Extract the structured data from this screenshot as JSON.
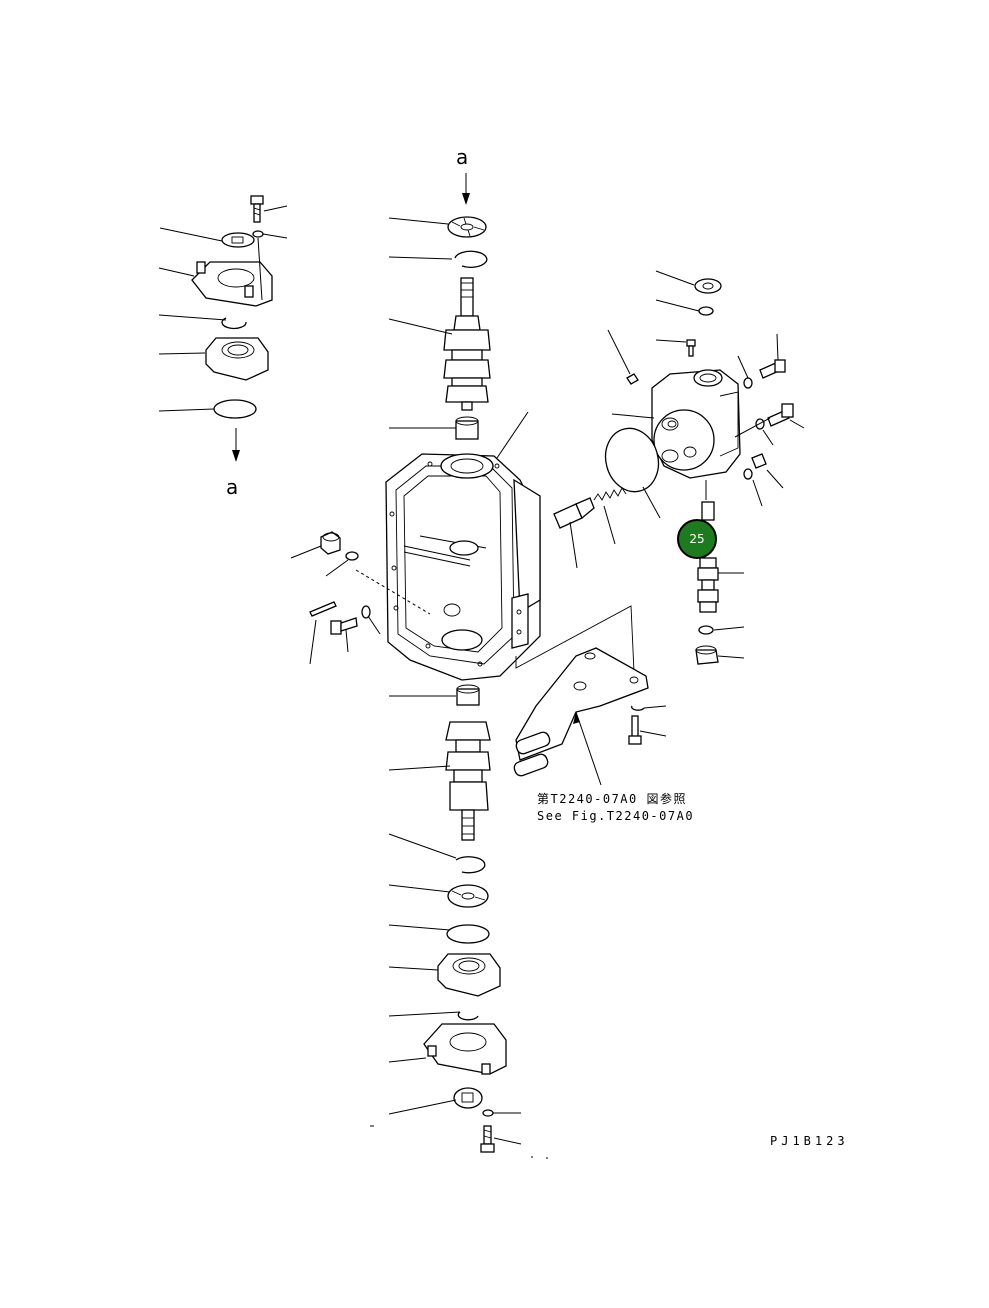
{
  "diagram": {
    "arrow_label_top": "a",
    "arrow_label_left": "a",
    "reference_note_jp": "第T2240-07A0 図参照",
    "reference_note_en": "See Fig.T2240-07A0",
    "figure_code": "PJ1B123",
    "callout": {
      "number": "25",
      "fill_color": "#1e7a1e",
      "border_color": "#000000",
      "text_color": "#ffffff"
    }
  }
}
